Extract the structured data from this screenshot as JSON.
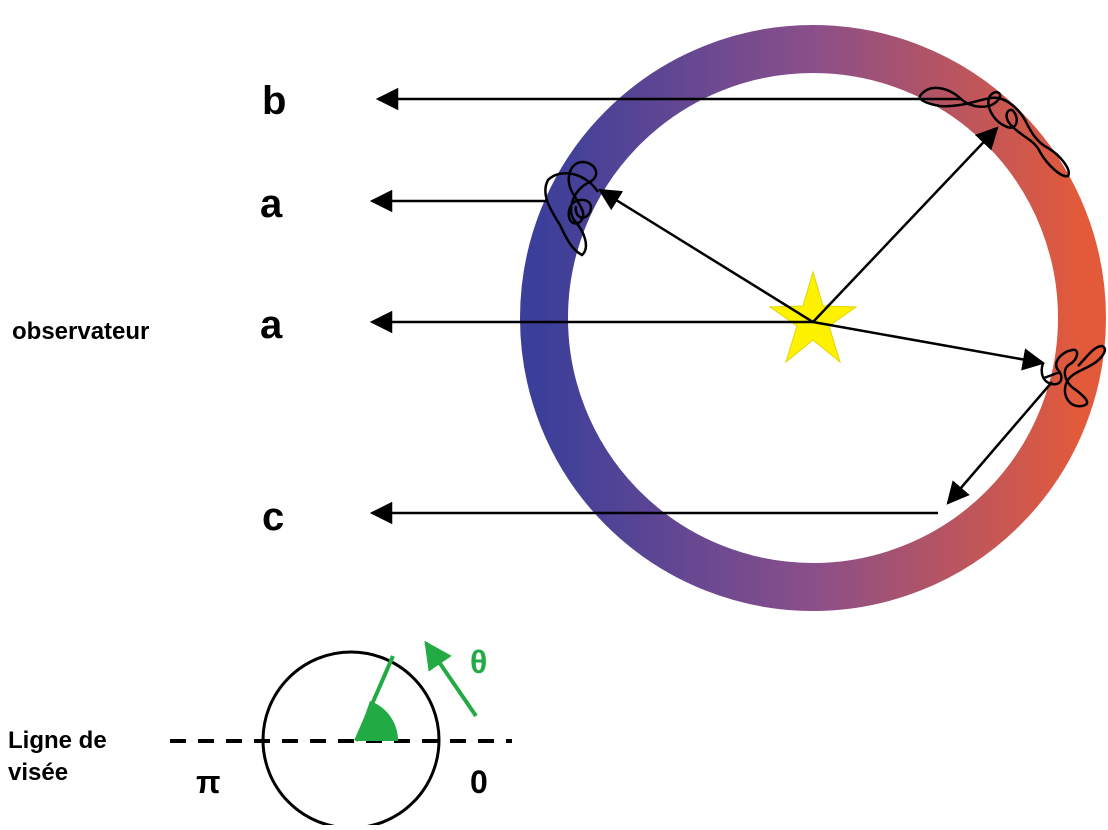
{
  "labels": {
    "b": "b",
    "a_upper": "a",
    "a_center": "a",
    "c": "c",
    "observer": "observateur",
    "theta": "θ",
    "line_of_sight_1": "Ligne de",
    "line_of_sight_2": "visée",
    "pi": "π",
    "zero": "0"
  },
  "colors": {
    "ring_left": "#3c3f9a",
    "ring_right": "#e35a3a",
    "star": "#fff200",
    "angle_green": "#22aa44",
    "ink": "#000000"
  }
}
